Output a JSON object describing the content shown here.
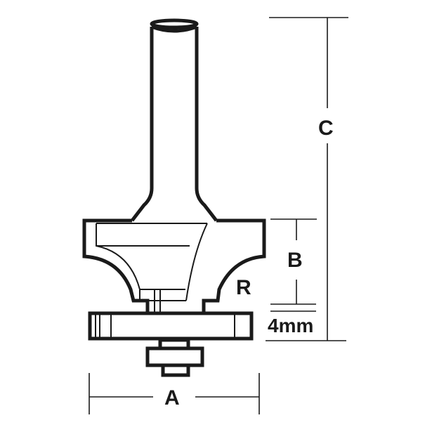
{
  "diagram": {
    "subject": "router bit with bearing guide",
    "labels": {
      "A": "A",
      "B": "B",
      "C": "C",
      "R": "R",
      "thickness": "4mm"
    },
    "colors": {
      "line": "#1a1a1a",
      "background": "#ffffff"
    }
  }
}
